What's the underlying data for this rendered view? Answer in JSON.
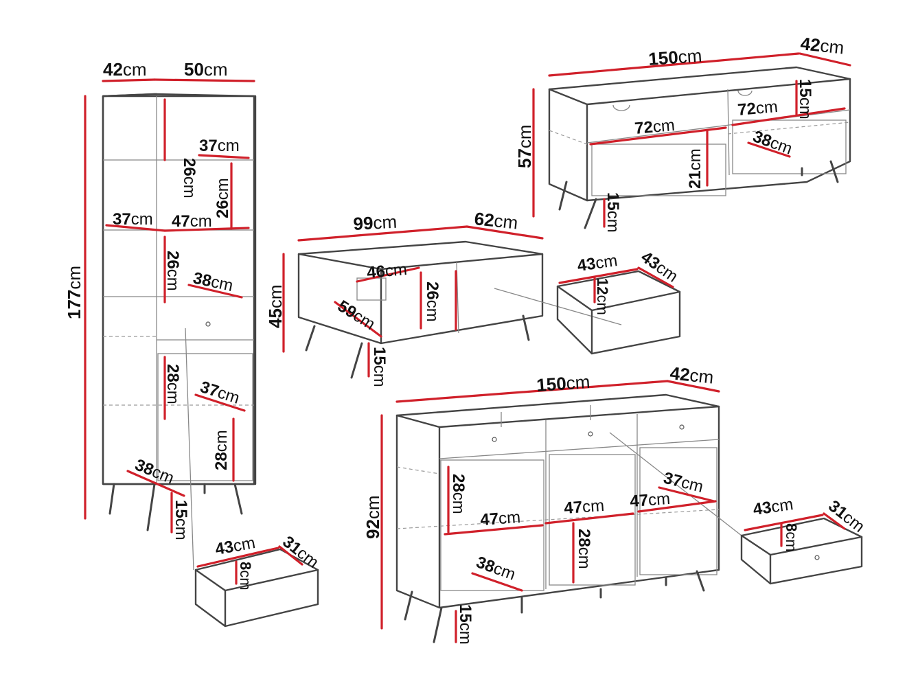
{
  "colors": {
    "dimension_line": "#d0202a",
    "outline": "#444444",
    "label": "#111111"
  },
  "tall_cabinet": {
    "depth": "42",
    "width": "50",
    "height": "177",
    "shelf_h1": "26",
    "shelf_w1": "37",
    "shelf_h2": "26",
    "shelf_d2": "37",
    "shelf_w2": "47",
    "shelf_h3": "26",
    "shelf_d3": "38",
    "door_h1": "28",
    "door_d1": "37",
    "door_h2": "28",
    "bottom_d": "38",
    "leg": "15",
    "drawer": {
      "width": "43",
      "depth": "31",
      "height": "8"
    }
  },
  "tv_stand": {
    "width": "150",
    "depth": "42",
    "height": "57",
    "top_h": "15",
    "left_w": "72",
    "right_w": "72",
    "inner_h": "21",
    "inner_d": "38",
    "leg": "15"
  },
  "coffee_table": {
    "width": "99",
    "depth": "62",
    "height": "45",
    "niche_w": "46",
    "inner_h": "26",
    "inner_d": "59",
    "leg": "15",
    "drawer": {
      "width": "43",
      "depth": "43",
      "height": "12"
    }
  },
  "sideboard": {
    "width": "150",
    "depth": "42",
    "height": "92",
    "h1": "28",
    "w1": "47",
    "w2": "47",
    "w3": "47",
    "d1": "37",
    "h2": "28",
    "d2": "38",
    "leg": "15",
    "drawer": {
      "width": "43",
      "depth": "31",
      "height": "8"
    }
  },
  "unit": "cm"
}
